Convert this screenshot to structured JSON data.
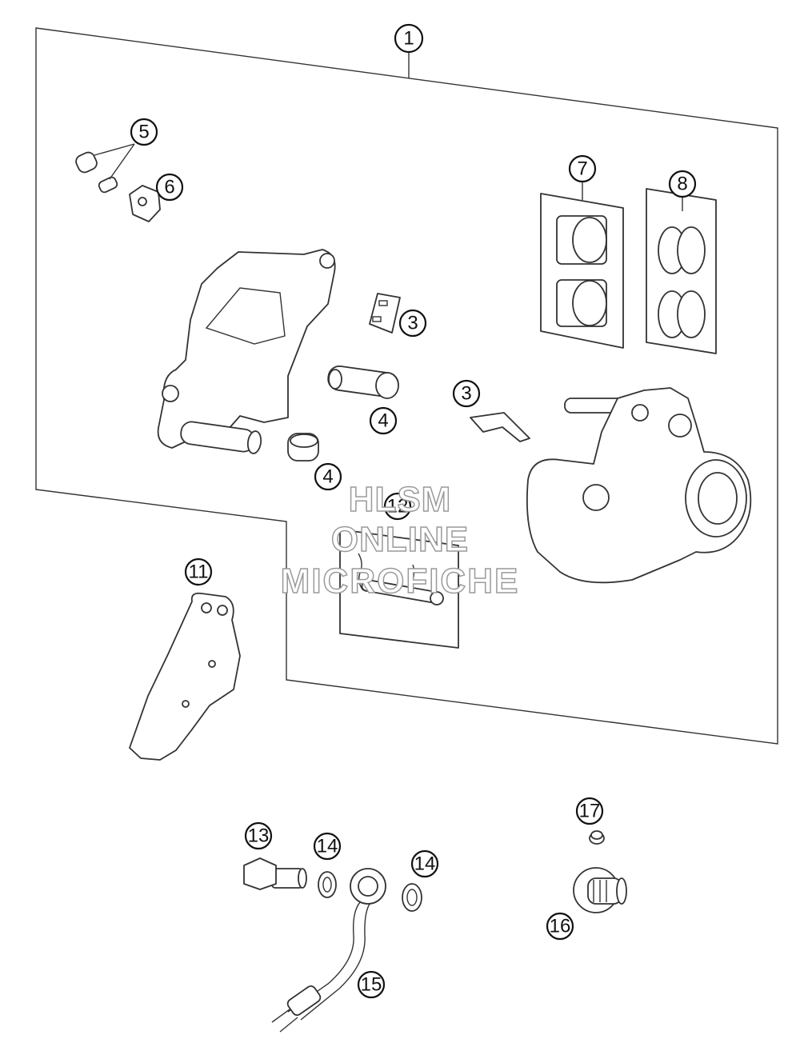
{
  "watermark": {
    "line1": "HLSM",
    "line2": "ONLINE",
    "line3": "MICROFICHE"
  },
  "callouts": {
    "c1": "1",
    "c3a": "3",
    "c3b": "3",
    "c4a": "4",
    "c4b": "4",
    "c5": "5",
    "c6": "6",
    "c7": "7",
    "c8": "8",
    "c11": "11",
    "c12": "12",
    "c13": "13",
    "c14a": "14",
    "c14b": "14",
    "c15": "15",
    "c16": "16",
    "c17": "17"
  }
}
